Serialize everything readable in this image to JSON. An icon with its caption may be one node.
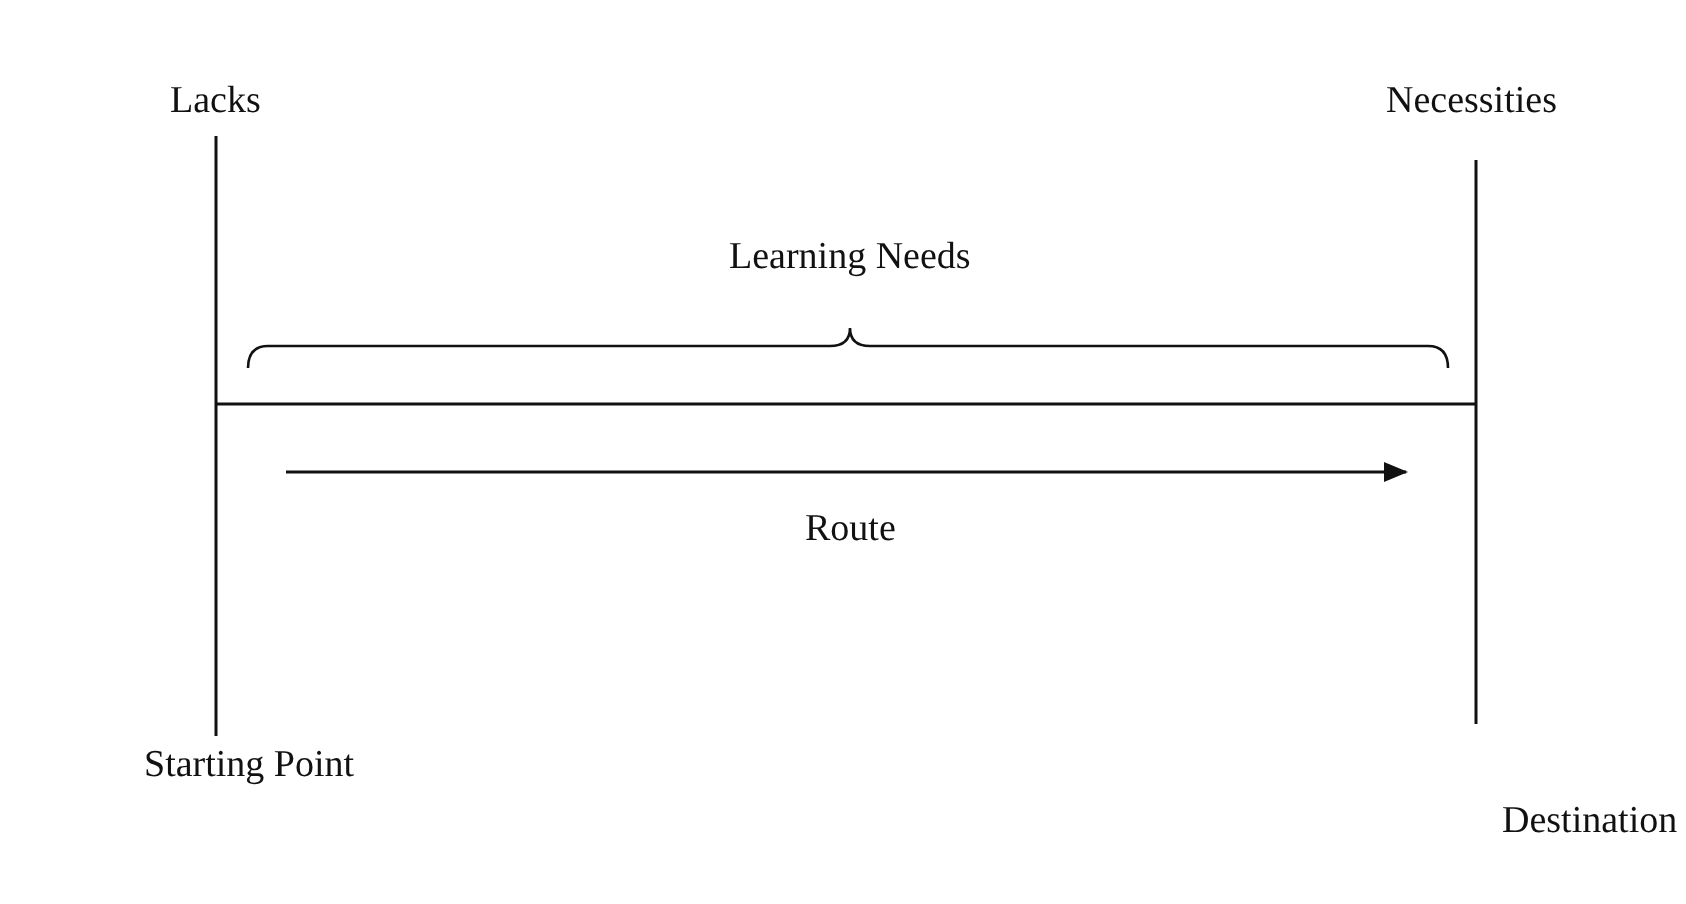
{
  "diagram": {
    "labels": [
      "Lacks",
      "Necessities",
      "Learning Needs",
      "Route",
      "Starting Point",
      "Destination"
    ]
  }
}
